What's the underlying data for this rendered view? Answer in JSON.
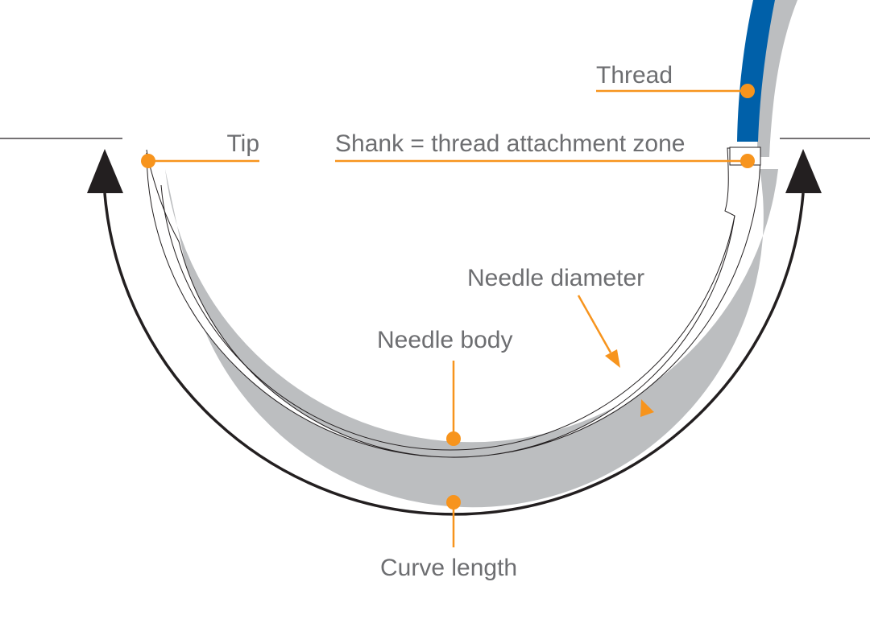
{
  "labels": {
    "thread": "Thread",
    "tip": "Tip",
    "shank": "Shank = thread attachment zone",
    "needle_diameter": "Needle diameter",
    "needle_body": "Needle body",
    "curve_length": "Curve length"
  },
  "colors": {
    "accent": "#f7941d",
    "thread": "#0060a9",
    "shadow": "#bcbec0",
    "outline": "#231f20",
    "text": "#6d6e71"
  }
}
